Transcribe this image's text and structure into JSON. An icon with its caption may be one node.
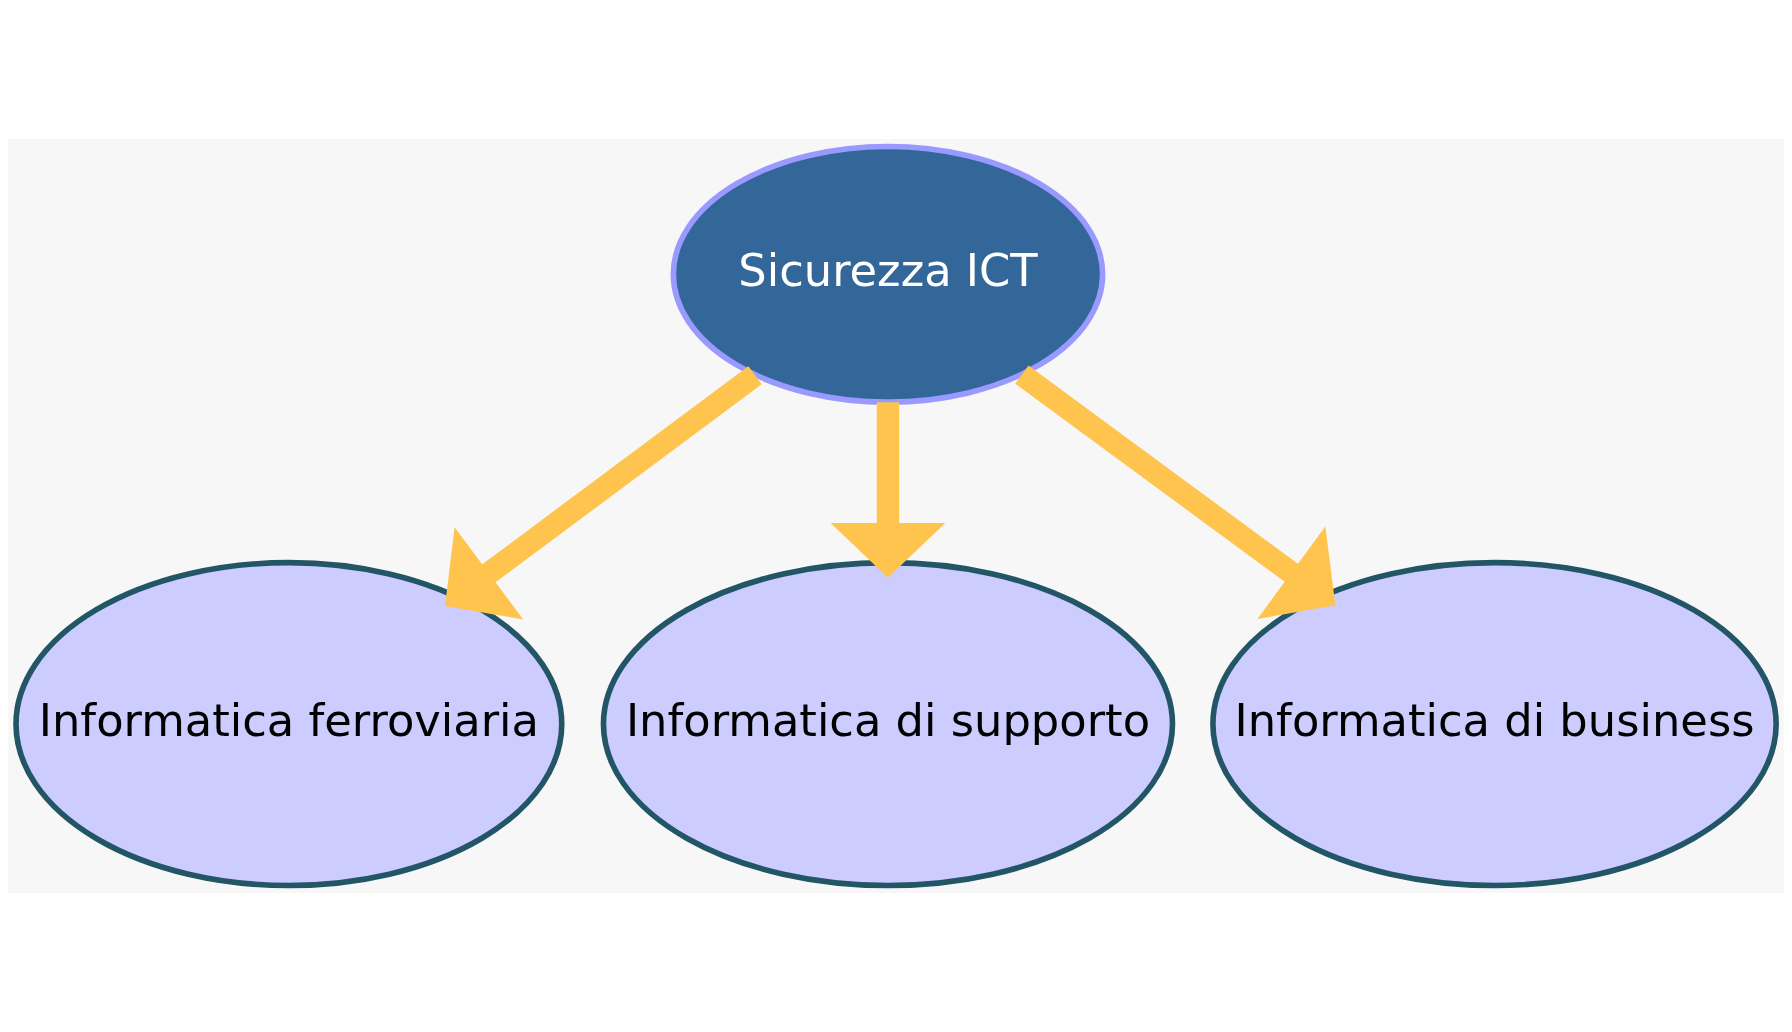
{
  "diagram": {
    "nodes": [
      {
        "text": [
          "Sicurezza ICT"
        ]
      },
      {
        "text": [
          "Informatica ferroviaria"
        ]
      },
      {
        "text": [
          "Informatica di supporto"
        ]
      },
      {
        "text": [
          "Informatica di business"
        ]
      }
    ],
    "edges": [
      {
        "from": 0,
        "to": 1,
        "arrow": "to"
      },
      {
        "from": 0,
        "to": 2,
        "arrow": "to"
      },
      {
        "from": 0,
        "to": 3,
        "arrow": "to"
      }
    ]
  }
}
